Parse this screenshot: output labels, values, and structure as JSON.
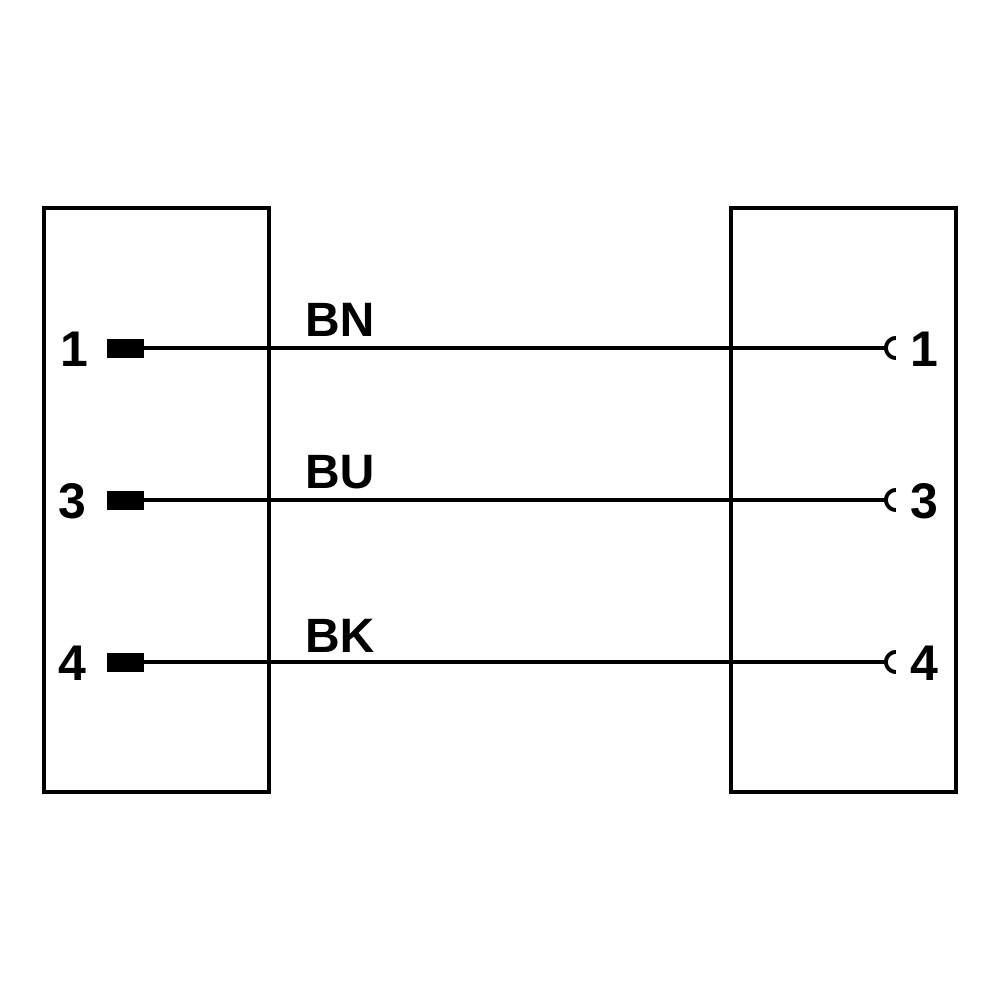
{
  "diagram": {
    "type": "cable-wiring-diagram",
    "left_connector": {
      "kind": "male",
      "pins": [
        "1",
        "3",
        "4"
      ]
    },
    "right_connector": {
      "kind": "female",
      "pins": [
        "1",
        "3",
        "4"
      ]
    },
    "wires": [
      {
        "from_pin": "1",
        "to_pin": "1",
        "color_code": "BN"
      },
      {
        "from_pin": "3",
        "to_pin": "3",
        "color_code": "BU"
      },
      {
        "from_pin": "4",
        "to_pin": "4",
        "color_code": "BK"
      }
    ],
    "line_color": "#000000",
    "background_color": "#ffffff"
  }
}
